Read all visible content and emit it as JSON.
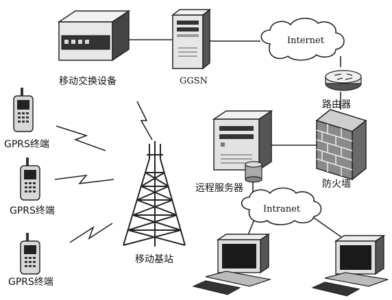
{
  "nodes": {
    "switch": "移动交换设备",
    "ggsn": "GGSN",
    "internet": "Internet",
    "router": "路由器",
    "firewall": "防火墙",
    "remote_server": "远程服务器",
    "intranet": "Intranet",
    "base_station": "移动基站",
    "terminal_1": "GPRS终端",
    "terminal_2": "GPRS终端",
    "terminal_3": "GPRS终端"
  }
}
